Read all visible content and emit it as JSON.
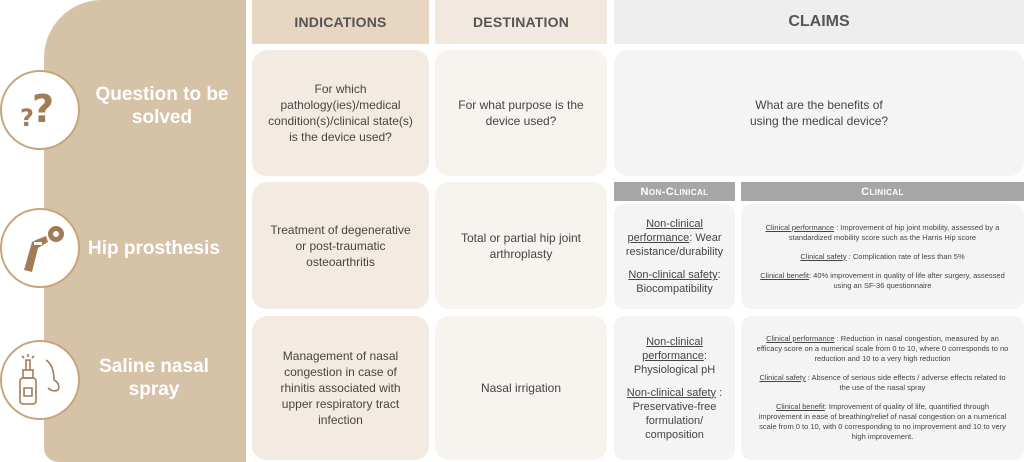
{
  "headers": {
    "indications": "INDICATIONS",
    "destination": "DESTINATION",
    "claims": "CLAIMS"
  },
  "rows": {
    "question": {
      "title": "Question to be solved",
      "icon": "question-marks-icon",
      "indications": "For which pathology(ies)/medical condition(s)/clinical state(s) is the device used?",
      "destination": "For what purpose is the device used?",
      "claims": "What are the benefits of using the medical device?"
    },
    "hip": {
      "title": "Hip prosthesis",
      "icon": "hip-prosthesis-icon",
      "indications": "Treatment of degenerative or post-traumatic osteoarthritis",
      "destination": "Total or partial hip joint arthroplasty",
      "non_clinical": {
        "performance_label": "Non-clinical performance",
        "performance_text": ": Wear resistance/durability",
        "safety_label": "Non-clinical safety",
        "safety_text": ": Biocompatibility"
      },
      "clinical": {
        "performance_label": "Clinical performance",
        "performance_text": " : Improvement of hip joint mobility, assessed by a standardized mobility score such as the Harris Hip score",
        "safety_label": "Clinical safety",
        "safety_text": " : Complication rate of less than 5%",
        "benefit_label": "Clinical benefit",
        "benefit_text": ": 40% improvement in quality of life after surgery, assessed using an SF-36 questionnaire"
      }
    },
    "spray": {
      "title": "Saline nasal spray",
      "icon": "nasal-spray-icon",
      "indications": "Management of nasal congestion in case of rhinitis associated with upper respiratory tract infection",
      "destination": "Nasal irrigation",
      "non_clinical": {
        "performance_label": "Non-clinical performance",
        "performance_text": ": Physiological pH",
        "safety_label": "Non-clinical safety",
        "safety_text": " : Preservative-free formulation/ composition"
      },
      "clinical": {
        "performance_label": "Clinical performance",
        "performance_text": " : Reduction in nasal congestion, measured by an efficacy score on a numerical scale from 0 to 10, where 0 corresponds to no reduction and 10 to a very high reduction",
        "safety_label": "Clinical safety",
        "safety_text": " : Absence of serious side effects / adverse effects related to the use of the nasal spray",
        "benefit_label": "Clinical benefit",
        "benefit_text": ": Improvement of quality of life, quantified through improvement in ease of breathing/relief of nasal congestion on a numerical scale from 0 to 10, with 0 corresponding to no improvement and 10 to very high improvement."
      }
    }
  },
  "sub_headers": {
    "non_clinical": "Non-Clinical",
    "clinical": "Clinical"
  },
  "colors": {
    "tan": "#d6c2a6",
    "icon_brown": "#a27c56",
    "sub_header_grey": "#a6a6a6"
  }
}
